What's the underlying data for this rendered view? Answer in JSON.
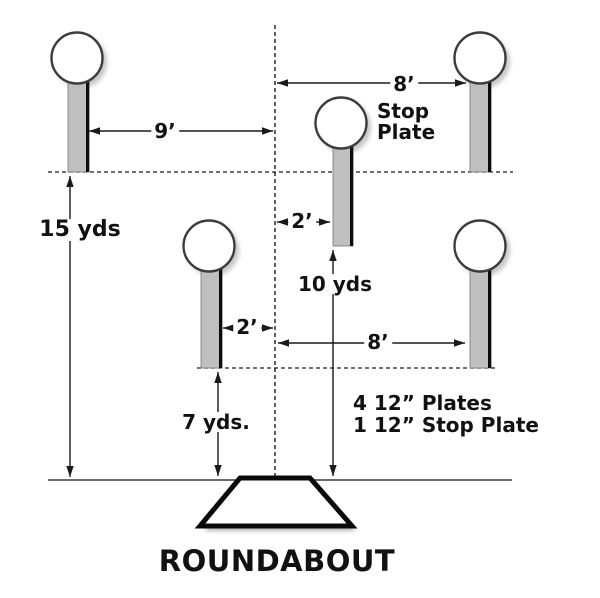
{
  "stage": {
    "title": "ROUNDABOUT",
    "stop_plate_label": "Stop Plate",
    "inventory": {
      "line1": "4 12” Plates",
      "line2": "1 12” Stop Plate"
    },
    "dimensions": {
      "span_top_right": "8’",
      "span_upper_left": "9’",
      "offset_center_upper": "2’",
      "offset_mid_left": "2’",
      "span_lower_right": "8’",
      "distance_far_left": "15 yds",
      "distance_center": "10 yds",
      "distance_mid": "7 yds."
    },
    "targets": [
      "top-left",
      "top-right",
      "center-stop-plate",
      "mid-left",
      "bottom-right"
    ],
    "colors": {
      "background": "#ffffff",
      "line": "#1a1a1a",
      "post_fill": "#bfbfbf",
      "post_edge": "#0c0c0c",
      "plate_fill": "#ffffff",
      "plate_stroke": "#3c3c3c",
      "text": "#111111"
    }
  }
}
